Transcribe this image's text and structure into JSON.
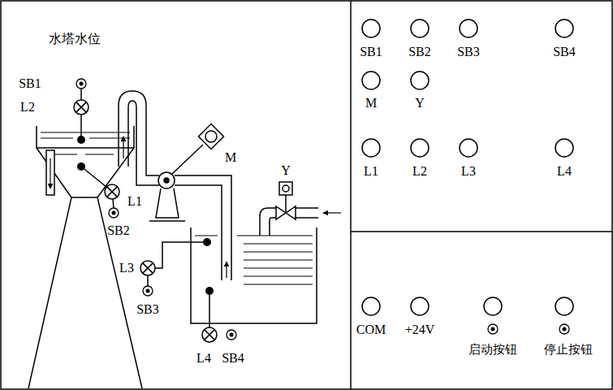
{
  "diagram": {
    "title": "水塔水位",
    "labels": [
      "SB1",
      "L2",
      "L1",
      "SB2",
      "M",
      "Y",
      "L3",
      "SB3",
      "L4",
      "SB4",
      "SB1",
      "SB2",
      "SB3",
      "SB4",
      "M",
      "Y",
      "L1",
      "L2",
      "L3",
      "L4",
      "COM",
      "+24V",
      "启动按钮",
      "停止按钮"
    ]
  }
}
